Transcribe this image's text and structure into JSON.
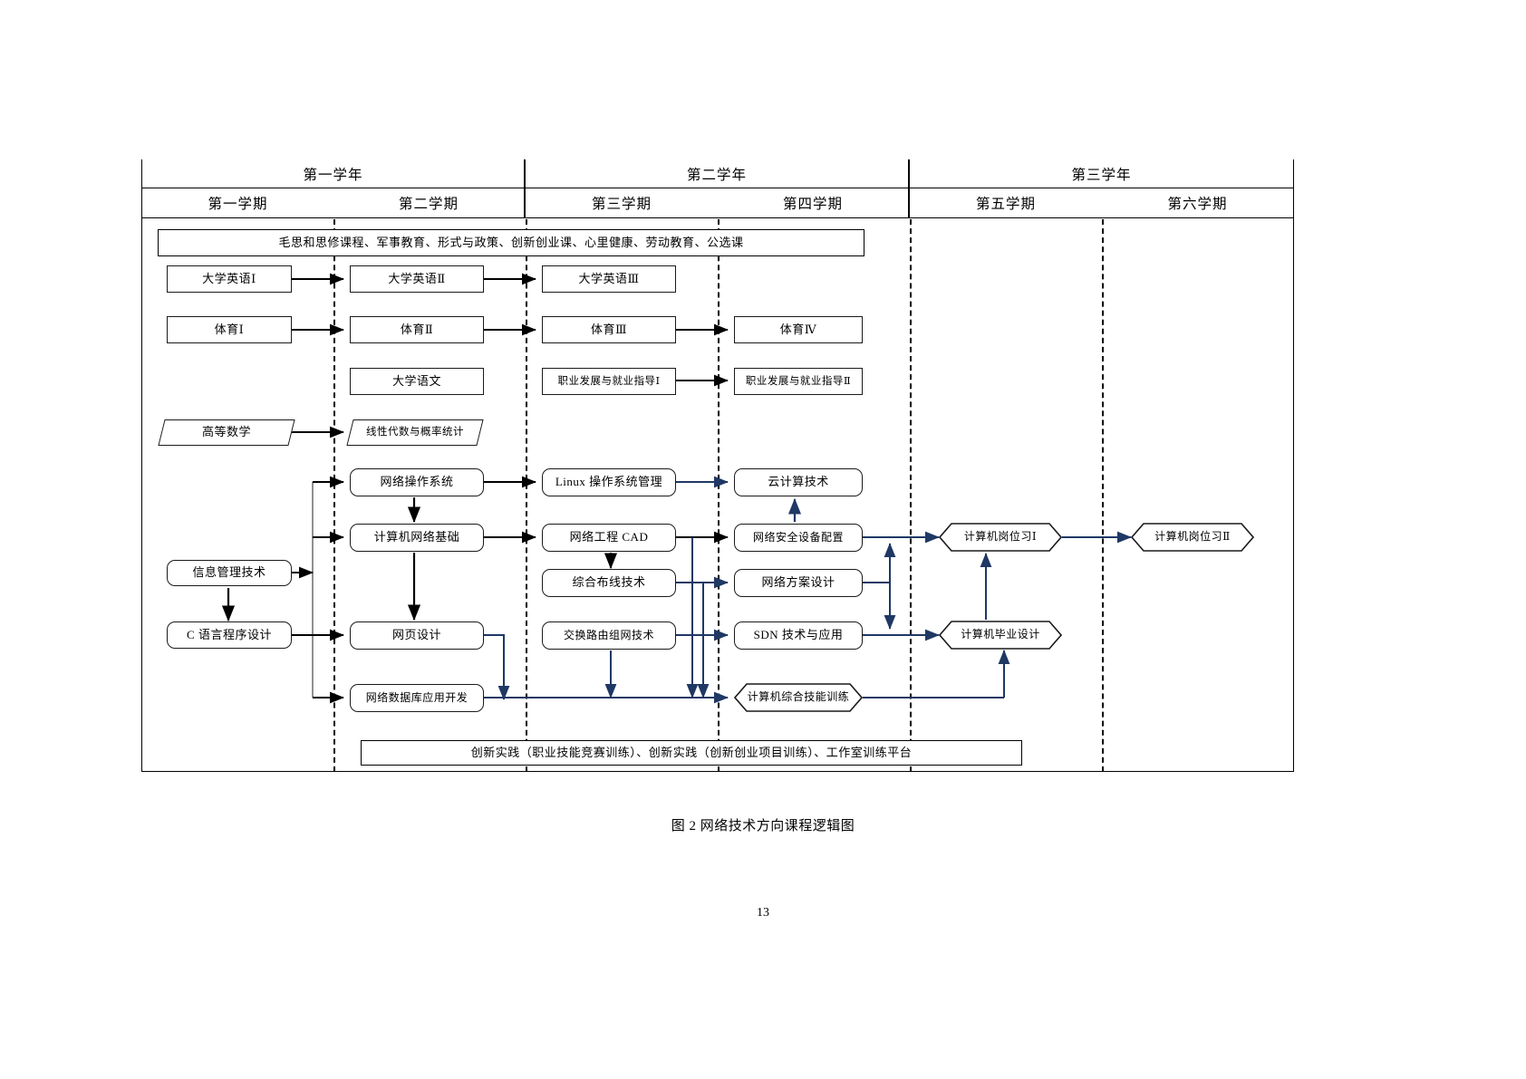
{
  "document": {
    "caption": "图 2 网络技术方向课程逻辑图",
    "page_number": "13"
  },
  "header": {
    "years": [
      {
        "label": "第一学年",
        "span": 2
      },
      {
        "label": "第二学年",
        "span": 2
      },
      {
        "label": "第三学年",
        "span": 2
      }
    ],
    "semesters": [
      {
        "label": "第一学期"
      },
      {
        "label": "第二学期"
      },
      {
        "label": "第三学期"
      },
      {
        "label": "第四学期"
      },
      {
        "label": "第五学期"
      },
      {
        "label": "第六学期"
      }
    ]
  },
  "banners": {
    "top": "毛思和思修课程、军事教育、形式与政策、创新创业课、心里健康、劳动教育、公选课",
    "bottom": "创新实践（职业技能竞赛训练）、创新实践（创新创业项目训练）、工作室训练平台"
  },
  "nodes": {
    "english1": "大学英语Ⅰ",
    "english2": "大学英语Ⅱ",
    "english3": "大学英语Ⅲ",
    "pe1": "体育Ⅰ",
    "pe2": "体育Ⅱ",
    "pe3": "体育Ⅲ",
    "pe4": "体育Ⅳ",
    "chinese": "大学语文",
    "career1": "职业发展与就业指导Ⅰ",
    "career2": "职业发展与就业指导Ⅱ",
    "advmath": "高等数学",
    "linalg": "线性代数与概率统计",
    "netos": "网络操作系统",
    "linux": "Linux 操作系统管理",
    "cloud": "云计算技术",
    "netbasic": "计算机网络基础",
    "cad": "网络工程 CAD",
    "netsec": "网络安全设备配置",
    "infomgmt": "信息管理技术",
    "cabling": "综合布线技术",
    "netplan": "网络方案设计",
    "clang": "C 语言程序设计",
    "webdesign": "网页设计",
    "switchrouting": "交换路由组网技术",
    "sdn": "SDN 技术与应用",
    "netdb": "网络数据库应用开发",
    "comprehensive": "计算机综合技能训练",
    "internship1": "计算机岗位习Ⅰ",
    "internship2": "计算机岗位习Ⅱ",
    "graduation": "计算机毕业设计"
  },
  "colors": {
    "outline": "#1a1a1a",
    "arrow_black": "#000000",
    "arrow_blue": "#1f3864"
  }
}
